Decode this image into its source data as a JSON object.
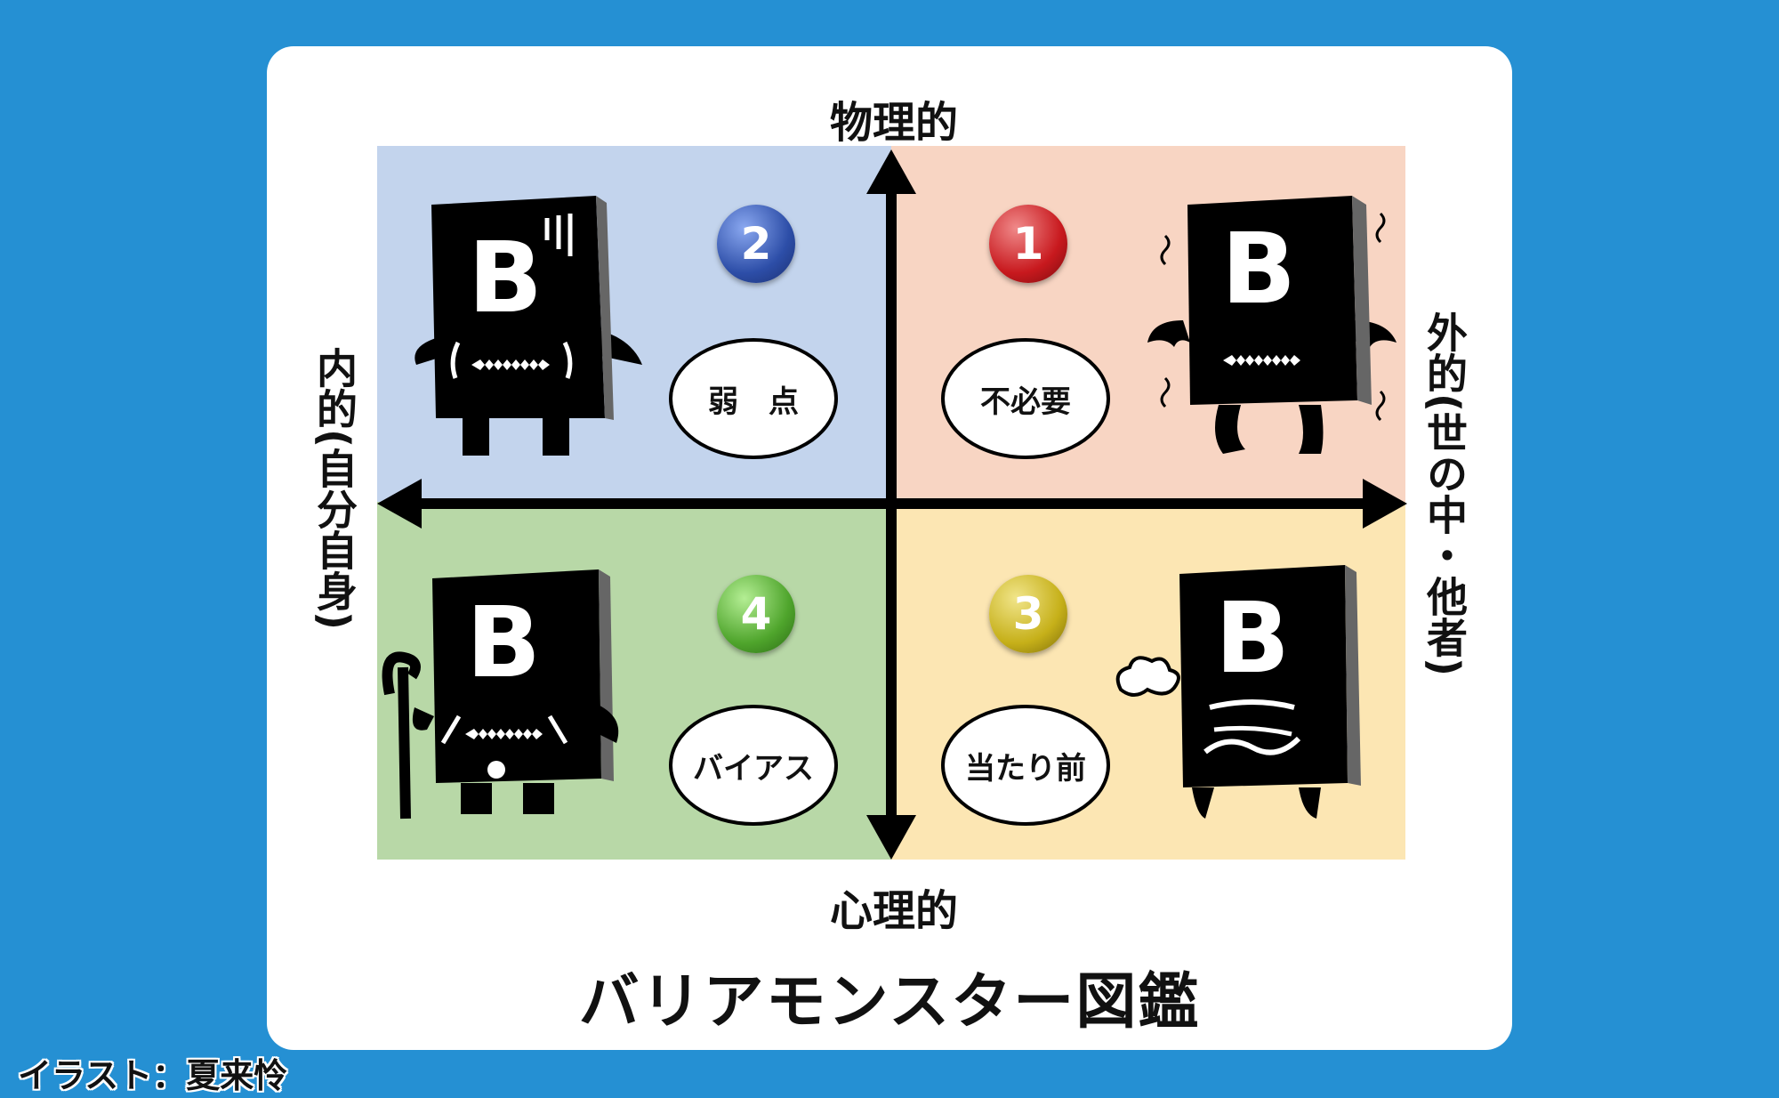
{
  "axes": {
    "top": "物理的",
    "bottom": "心理的",
    "left": "内的(自分自身)",
    "right": "外的(世の中・他者)"
  },
  "title": "バリアモンスター図鑑",
  "credit": "イラスト：夏来怜",
  "quadrants": [
    {
      "number": "2",
      "label": "弱　点",
      "color": "#2d4ea8"
    },
    {
      "number": "1",
      "label": "不必要",
      "color": "#c8191e"
    },
    {
      "number": "4",
      "label": "バイアス",
      "color": "#4fa52c"
    },
    {
      "number": "3",
      "label": "当たり前",
      "color": "#c6b019"
    }
  ],
  "monster_letter": "B",
  "colors": {
    "background": "#2590d3",
    "top_left": "#c3d4ed",
    "top_right": "#f8d5c3",
    "bottom_left": "#b8d8a7",
    "bottom_right": "#fce6b3"
  }
}
